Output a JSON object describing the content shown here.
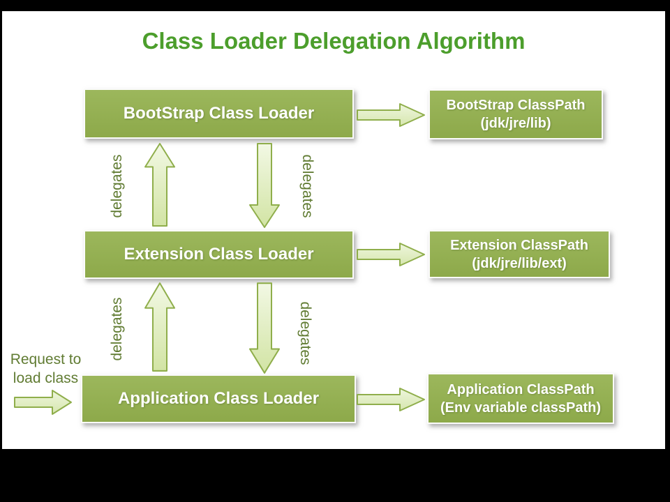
{
  "title": "Class Loader Delegation Algorithm",
  "colors": {
    "frame": "#000000",
    "slide_background": "#ffffff",
    "title_text": "#4c9e2c",
    "box_fill": "#93ae4f",
    "box_text": "#ffffff",
    "label_text": "#617c33",
    "arrow_fill_light": "#f2f8e4",
    "arrow_fill_dark": "#d2e4a4",
    "arrow_stroke": "#8fae4b"
  },
  "loaders": [
    {
      "name": "BootStrap Class Loader",
      "classpath": {
        "line1": "BootStrap ClassPath",
        "line2": "(jdk/jre/lib)"
      }
    },
    {
      "name": "Extension Class Loader",
      "classpath": {
        "line1": "Extension ClassPath",
        "line2": "(jdk/jre/lib/ext)"
      }
    },
    {
      "name": "Application Class Loader",
      "classpath": {
        "line1": "Application ClassPath",
        "line2": "(Env variable classPath)"
      }
    }
  ],
  "delegates_label": "delegates",
  "request": {
    "line1": "Request to",
    "line2": "load class"
  }
}
